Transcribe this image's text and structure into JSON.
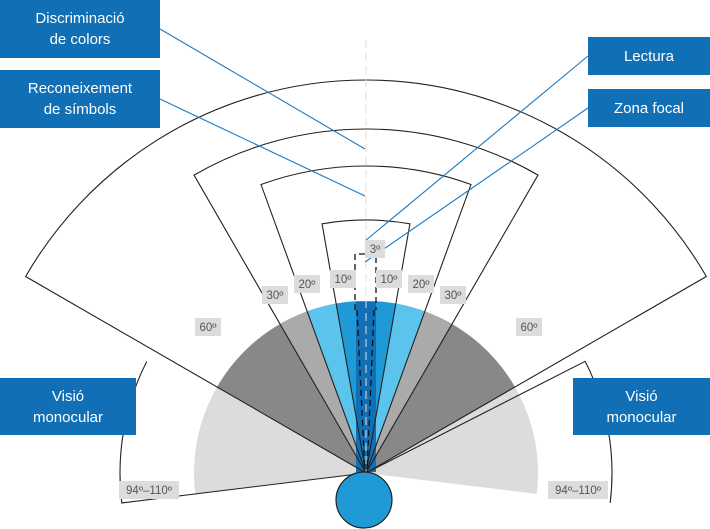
{
  "title": "Camp visual humà",
  "colors": {
    "callout_bg": "#1170b5",
    "callout_text": "#ffffff",
    "leader_line": "#1a7bc4",
    "outline": "#222222",
    "label_bg": "#dcdcdc",
    "label_text": "#555555",
    "fill_monocular": "#dcdcdc",
    "fill_60": "#888888",
    "fill_30": "#aaaaaa",
    "fill_20": "#5bc4ec",
    "fill_10": "#1f9ad6",
    "fill_3": "#1170b5",
    "eye": "#1f9ad6"
  },
  "callouts": {
    "color_discrimination": {
      "line1": "Discriminació",
      "line2": "de colors"
    },
    "symbol_recognition": {
      "line1": "Reconeixement",
      "line2": "de símbols"
    },
    "reading": {
      "line1": "Lectura"
    },
    "focal_zone": {
      "line1": "Zona focal"
    },
    "monocular_left": {
      "line1": "Visió",
      "line2": "monocular"
    },
    "monocular_right": {
      "line1": "Visió",
      "line2": "monocular"
    }
  },
  "zones": [
    {
      "name": "monocular",
      "half_angle_min": 60,
      "half_angle_max": 97,
      "label": "94º–110º"
    },
    {
      "name": "color-discrimination",
      "half_angle": 60,
      "label": "60º"
    },
    {
      "name": "symbol-recognition",
      "half_angle": 30,
      "label": "30º"
    },
    {
      "name": "symbol-recognition-inner",
      "half_angle": 20,
      "label": "20º"
    },
    {
      "name": "reading",
      "half_angle": 10,
      "label": "10º"
    },
    {
      "name": "focal",
      "half_angle": 1.5,
      "label": "3º"
    }
  ]
}
